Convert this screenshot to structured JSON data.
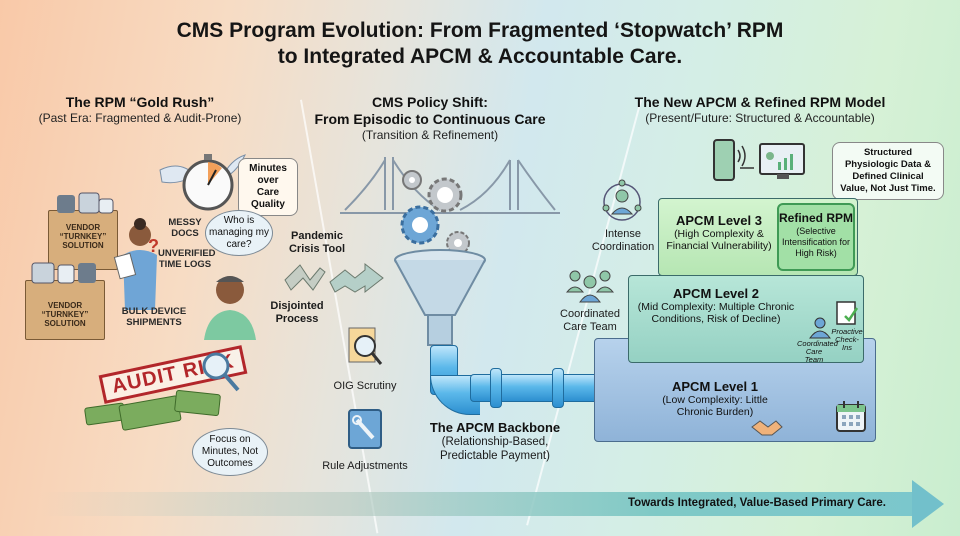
{
  "title": {
    "line1": "CMS Program Evolution: From Fragmented ‘Stopwatch’ RPM",
    "line2": "to Integrated APCM & Accountable Care."
  },
  "sections": {
    "left": {
      "heading": "The RPM “Gold Rush”",
      "subheading": "(Past Era: Fragmented & Audit-Prone)",
      "callouts": {
        "stopwatch_bubble": "Minutes over Care Quality",
        "messy_docs": "MESSY DOCS",
        "time_logs": "UNVERIFIED TIME LOGS",
        "patient_thought": "Who is managing my care?",
        "box_top": "VENDOR “TURNKEY” SOLUTION",
        "box_bottom": "VENDOR “TURNKEY” SOLUTION",
        "bulk_shipments": "BULK DEVICE SHIPMENTS",
        "audit_stamp": "AUDIT RISK",
        "money_thought": "Focus on Minutes, Not Outcomes",
        "question_mark": "?"
      }
    },
    "middle": {
      "heading_line1": "CMS Policy Shift:",
      "heading_line2": "From Episodic to Continuous Care",
      "subheading": "(Transition & Refinement)",
      "labels": {
        "pandemic": "Pandemic Crisis Tool",
        "disjointed": "Disjointed Process",
        "oig": "OIG Scrutiny",
        "rules": "Rule Adjustments",
        "backbone_title": "The APCM Backbone",
        "backbone_sub": "(Relationship-Based, Predictable Payment)"
      }
    },
    "right": {
      "heading": "The New APCM & Refined RPM Model",
      "subheading": "(Present/Future: Structured & Accountable)",
      "data_bubble": "Structured Physiologic Data & Defined Clinical Value, Not Just Time.",
      "side_labels": {
        "intense": "Intense Coordination",
        "team": "Coordinated Care Team"
      },
      "tiers": [
        {
          "title": "APCM Level 3",
          "sub": "(High Complexity & Financial Vulnerability)"
        },
        {
          "title": "APCM Level 2",
          "sub": "(Mid Complexity: Multiple Chronic Conditions, Risk of Decline)"
        },
        {
          "title": "APCM Level 1",
          "sub": "(Low Complexity: Little Chronic Burden)"
        }
      ],
      "refined_rpm": {
        "title": "Refined RPM",
        "sub": "(Selective Intensification for High Risk)"
      },
      "level2_icons": {
        "team": "Coordinated Care Team",
        "checkins": "Proactive Check-Ins"
      }
    }
  },
  "footer_arrow": {
    "text": "Towards Integrated, Value-Based Primary Care."
  },
  "colors": {
    "left_bg": "#f9c9a8",
    "mid_bg": "#d2e8ee",
    "right_bg": "#c9edcf",
    "audit_red": "#b2262a",
    "pipe_blue": "#5bb8ea",
    "tier3_green": "#bfeac0",
    "tier2_teal": "#a9dccf",
    "tier1_blue": "#9dbedf",
    "arrow_teal": "#7bc7cc"
  }
}
